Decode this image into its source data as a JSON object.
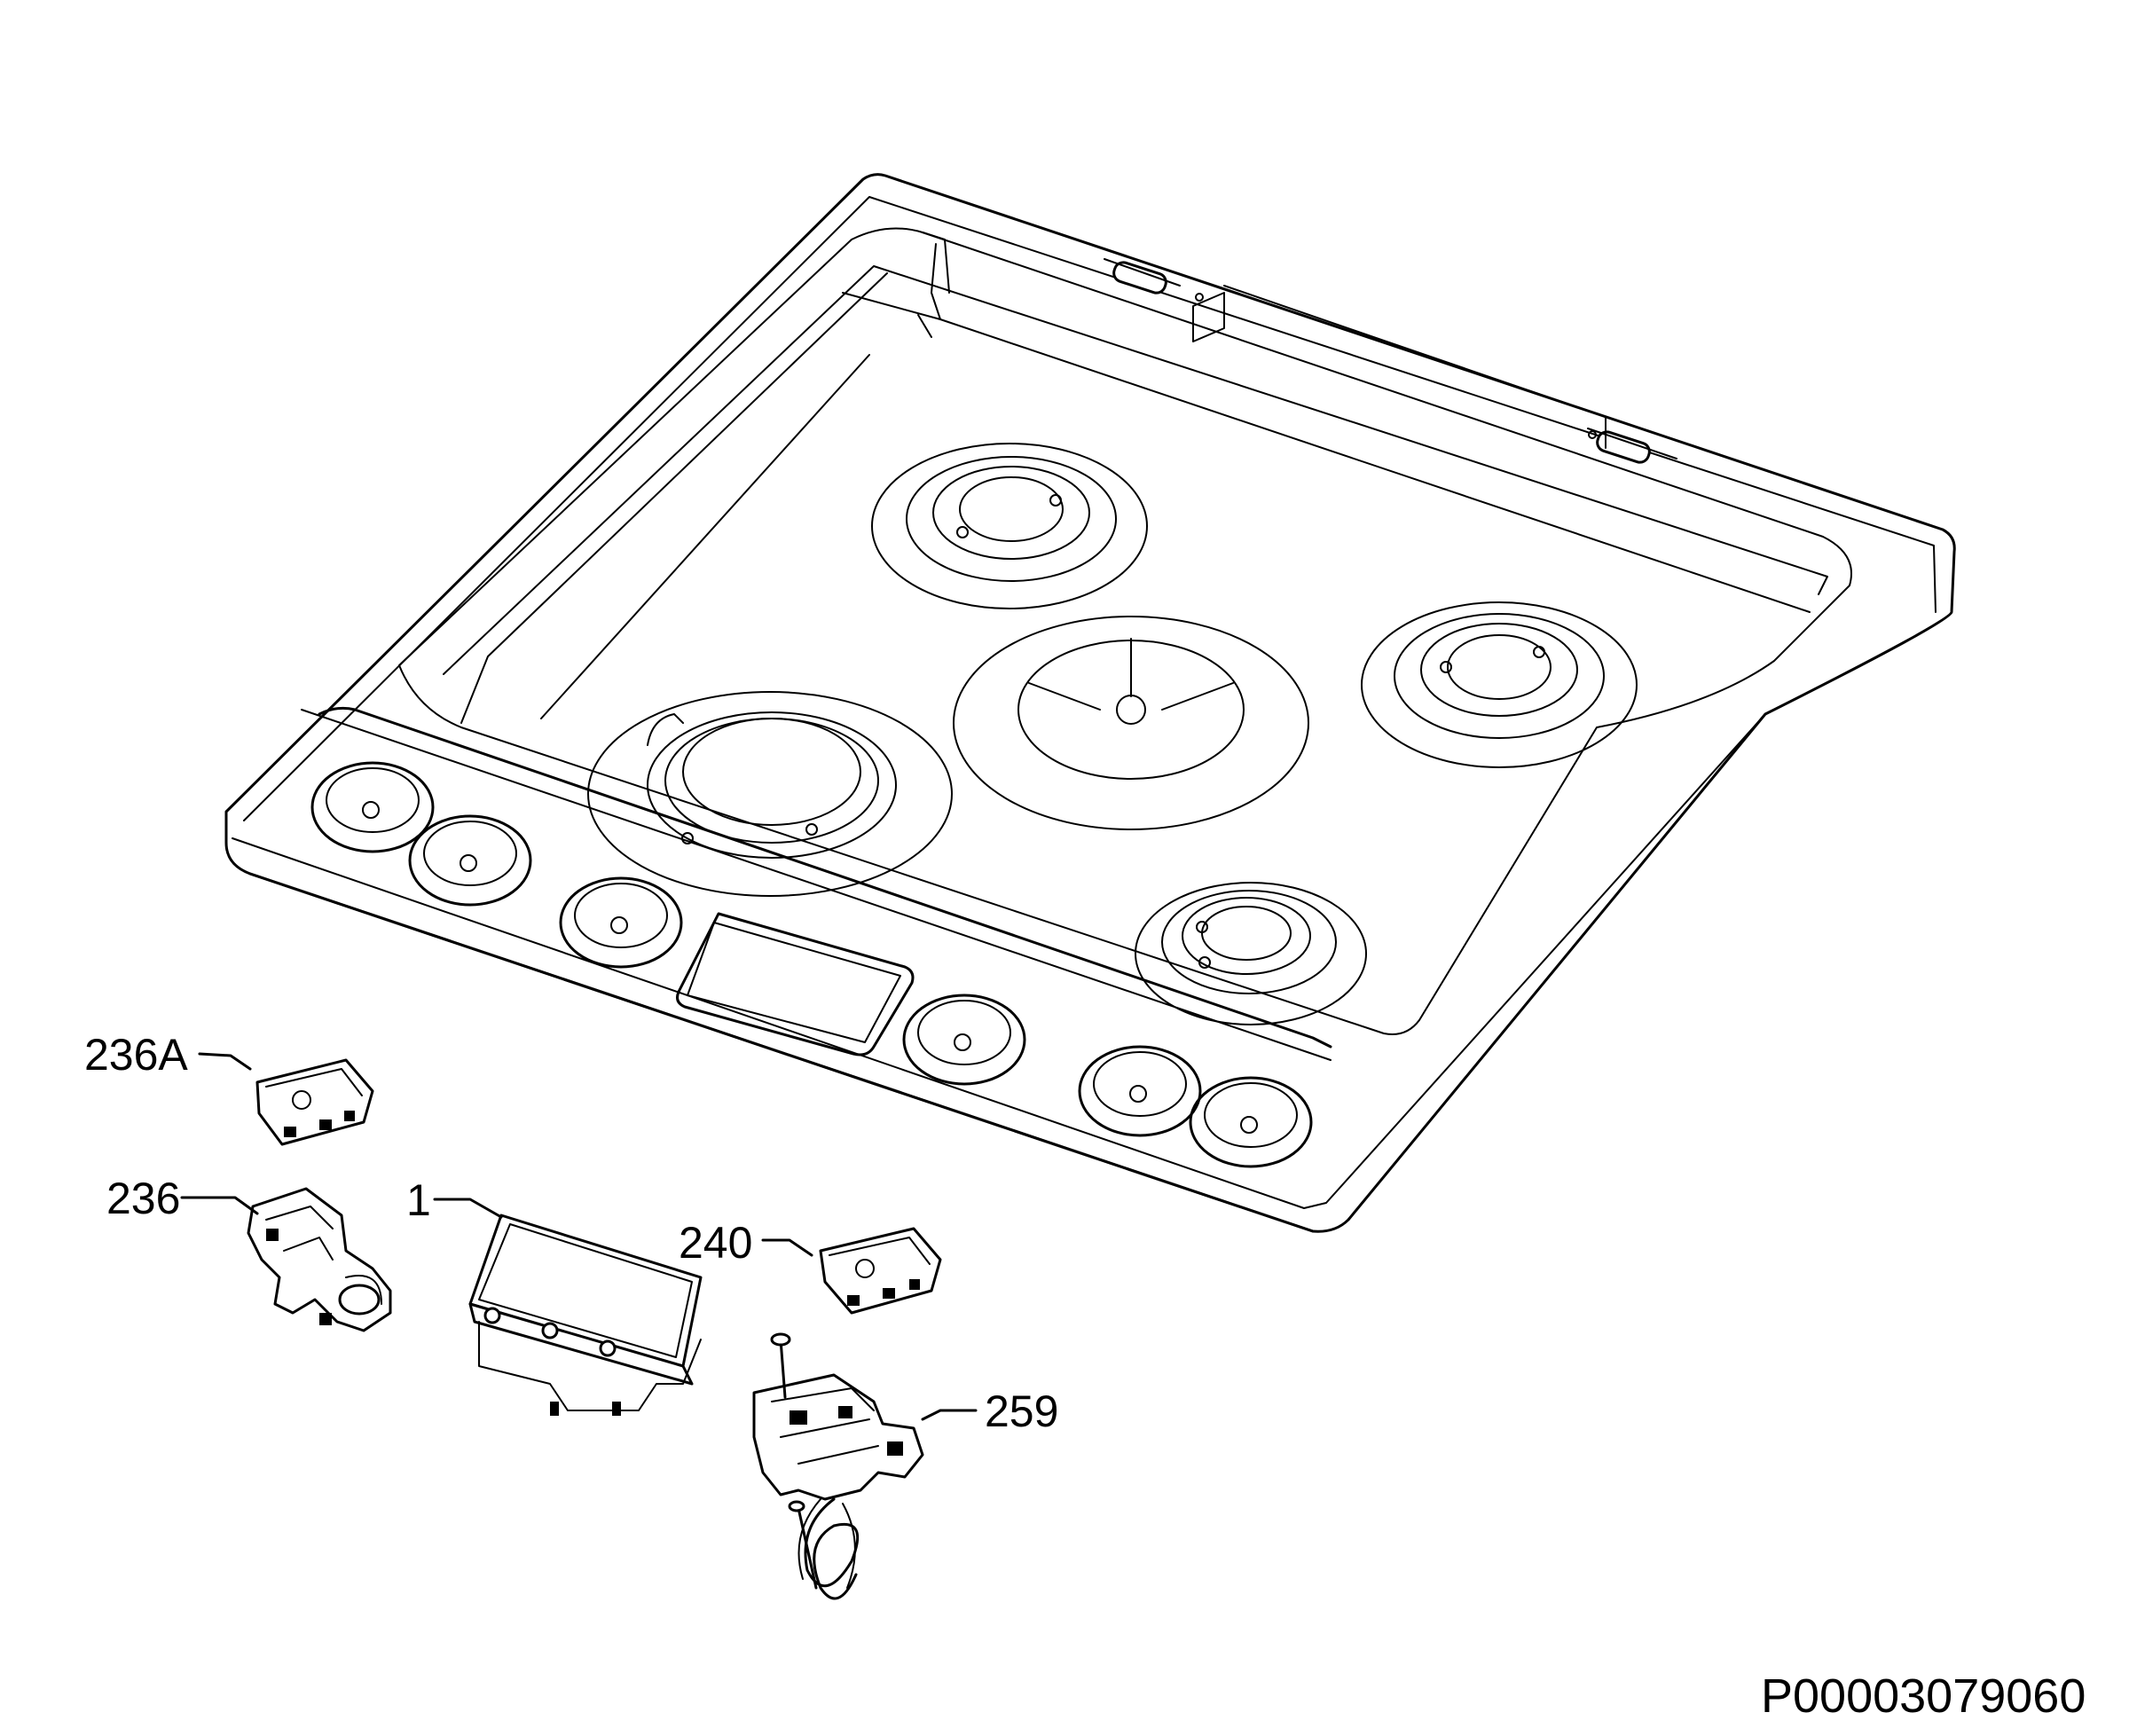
{
  "callouts": {
    "c236A": "236A",
    "c236": "236",
    "c1": "1",
    "c240": "240",
    "c259": "259"
  },
  "drawing_code": "P00003079060"
}
